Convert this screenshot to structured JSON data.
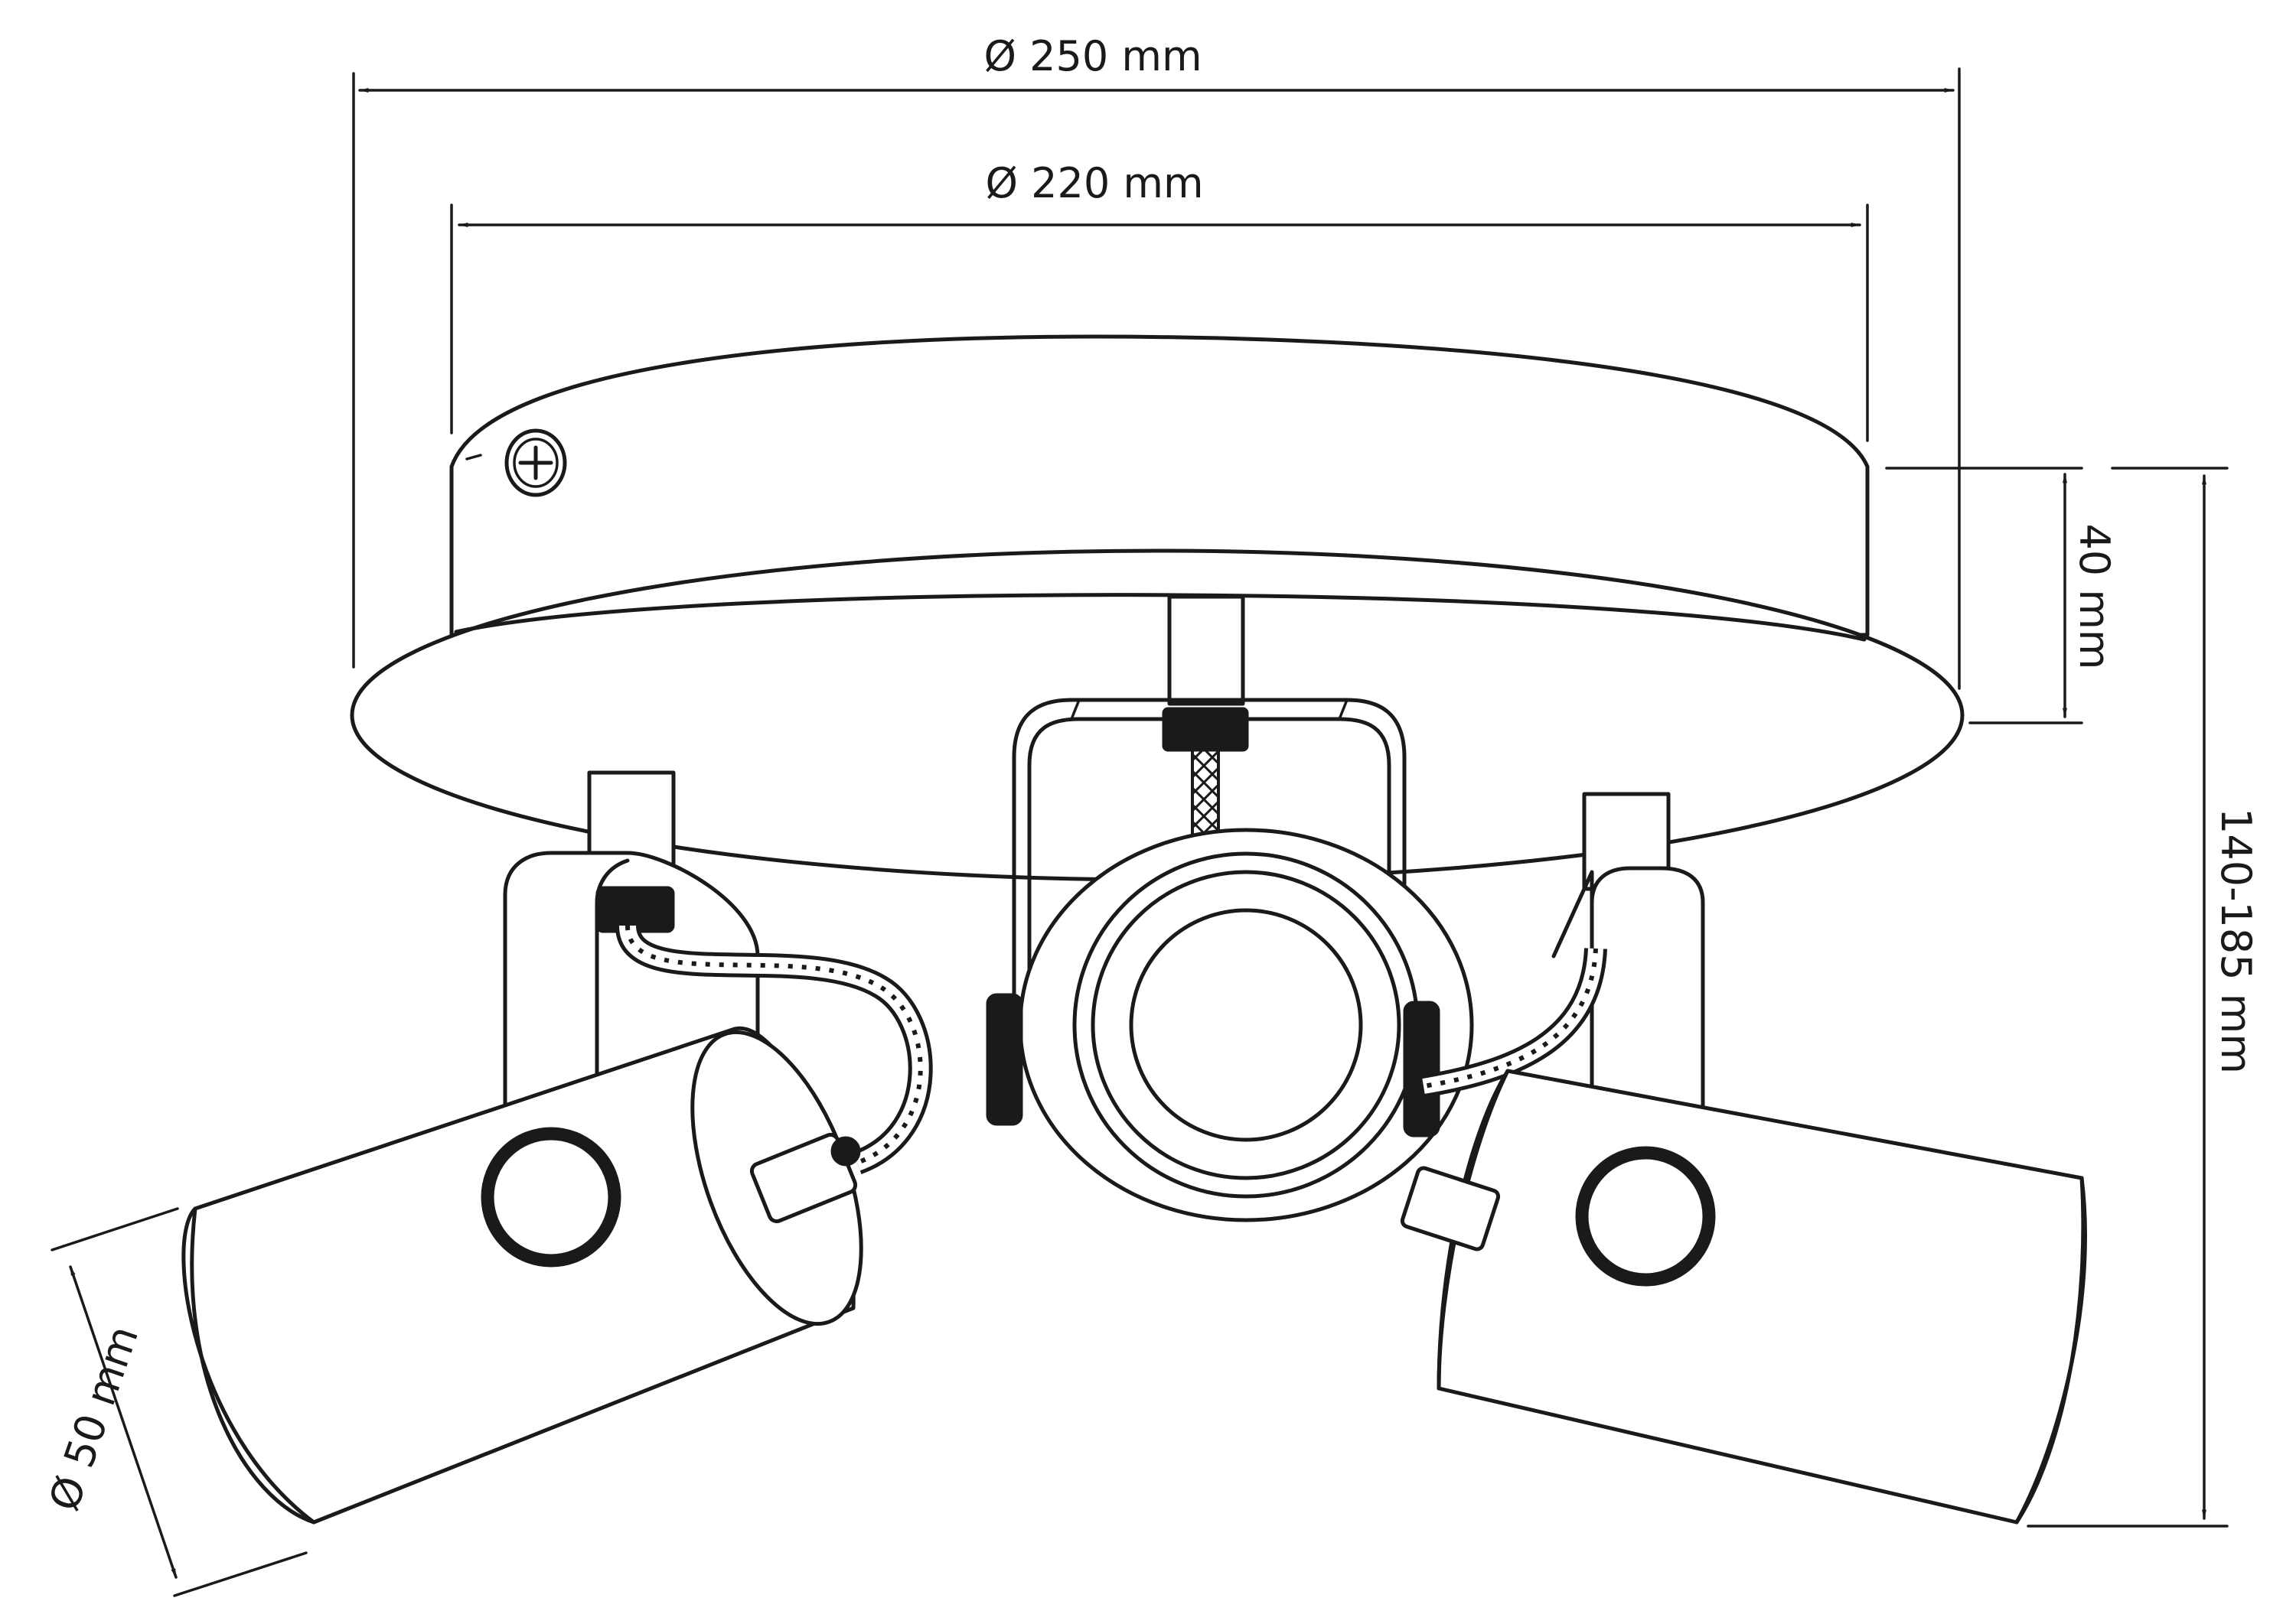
{
  "dimensions": {
    "outer_diameter": "Ø 250 mm",
    "inner_diameter": "Ø 220 mm",
    "canopy_height": "40 mm",
    "total_height": "140-185 mm",
    "spot_diameter": "Ø 50 mm"
  },
  "colors": {
    "line": "#1a1a1a",
    "background": "#ffffff"
  }
}
